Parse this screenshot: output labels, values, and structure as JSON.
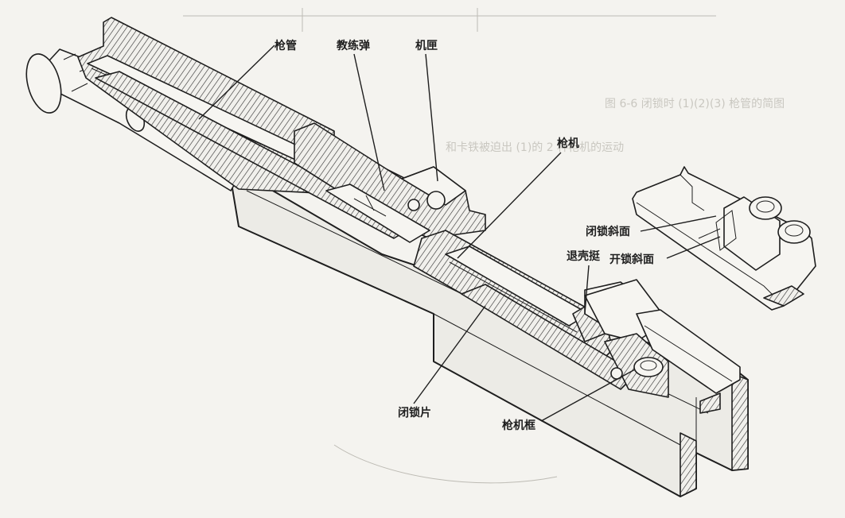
{
  "labels": {
    "barrel": "枪管",
    "training_round": "教练弹",
    "receiver": "机匣",
    "bolt": "枪机",
    "locking_ramp": "闭锁斜面",
    "ejector": "退壳挺",
    "unlocking_ramp": "开锁斜面",
    "locking_lug": "闭锁片",
    "bolt_carrier": "枪机框"
  }
}
